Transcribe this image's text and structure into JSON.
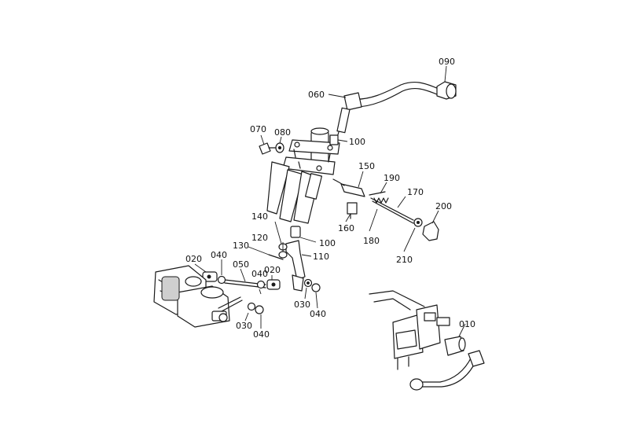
{
  "labels": {
    "p090": "090",
    "p060": "060",
    "p070": "070",
    "p080": "080",
    "p100a": "100",
    "p150": "150",
    "p190": "190",
    "p170": "170",
    "p200": "200",
    "p160": "160",
    "p180": "180",
    "p210": "210",
    "p140": "140",
    "p120": "120",
    "p130": "130",
    "p100b": "100",
    "p110": "110",
    "p020a": "020",
    "p040a": "040",
    "p050": "050",
    "p020b": "020",
    "p040b": "040",
    "p030a": "030",
    "p040c": "040",
    "p030b": "030",
    "p040d": "040",
    "p010": "010"
  }
}
